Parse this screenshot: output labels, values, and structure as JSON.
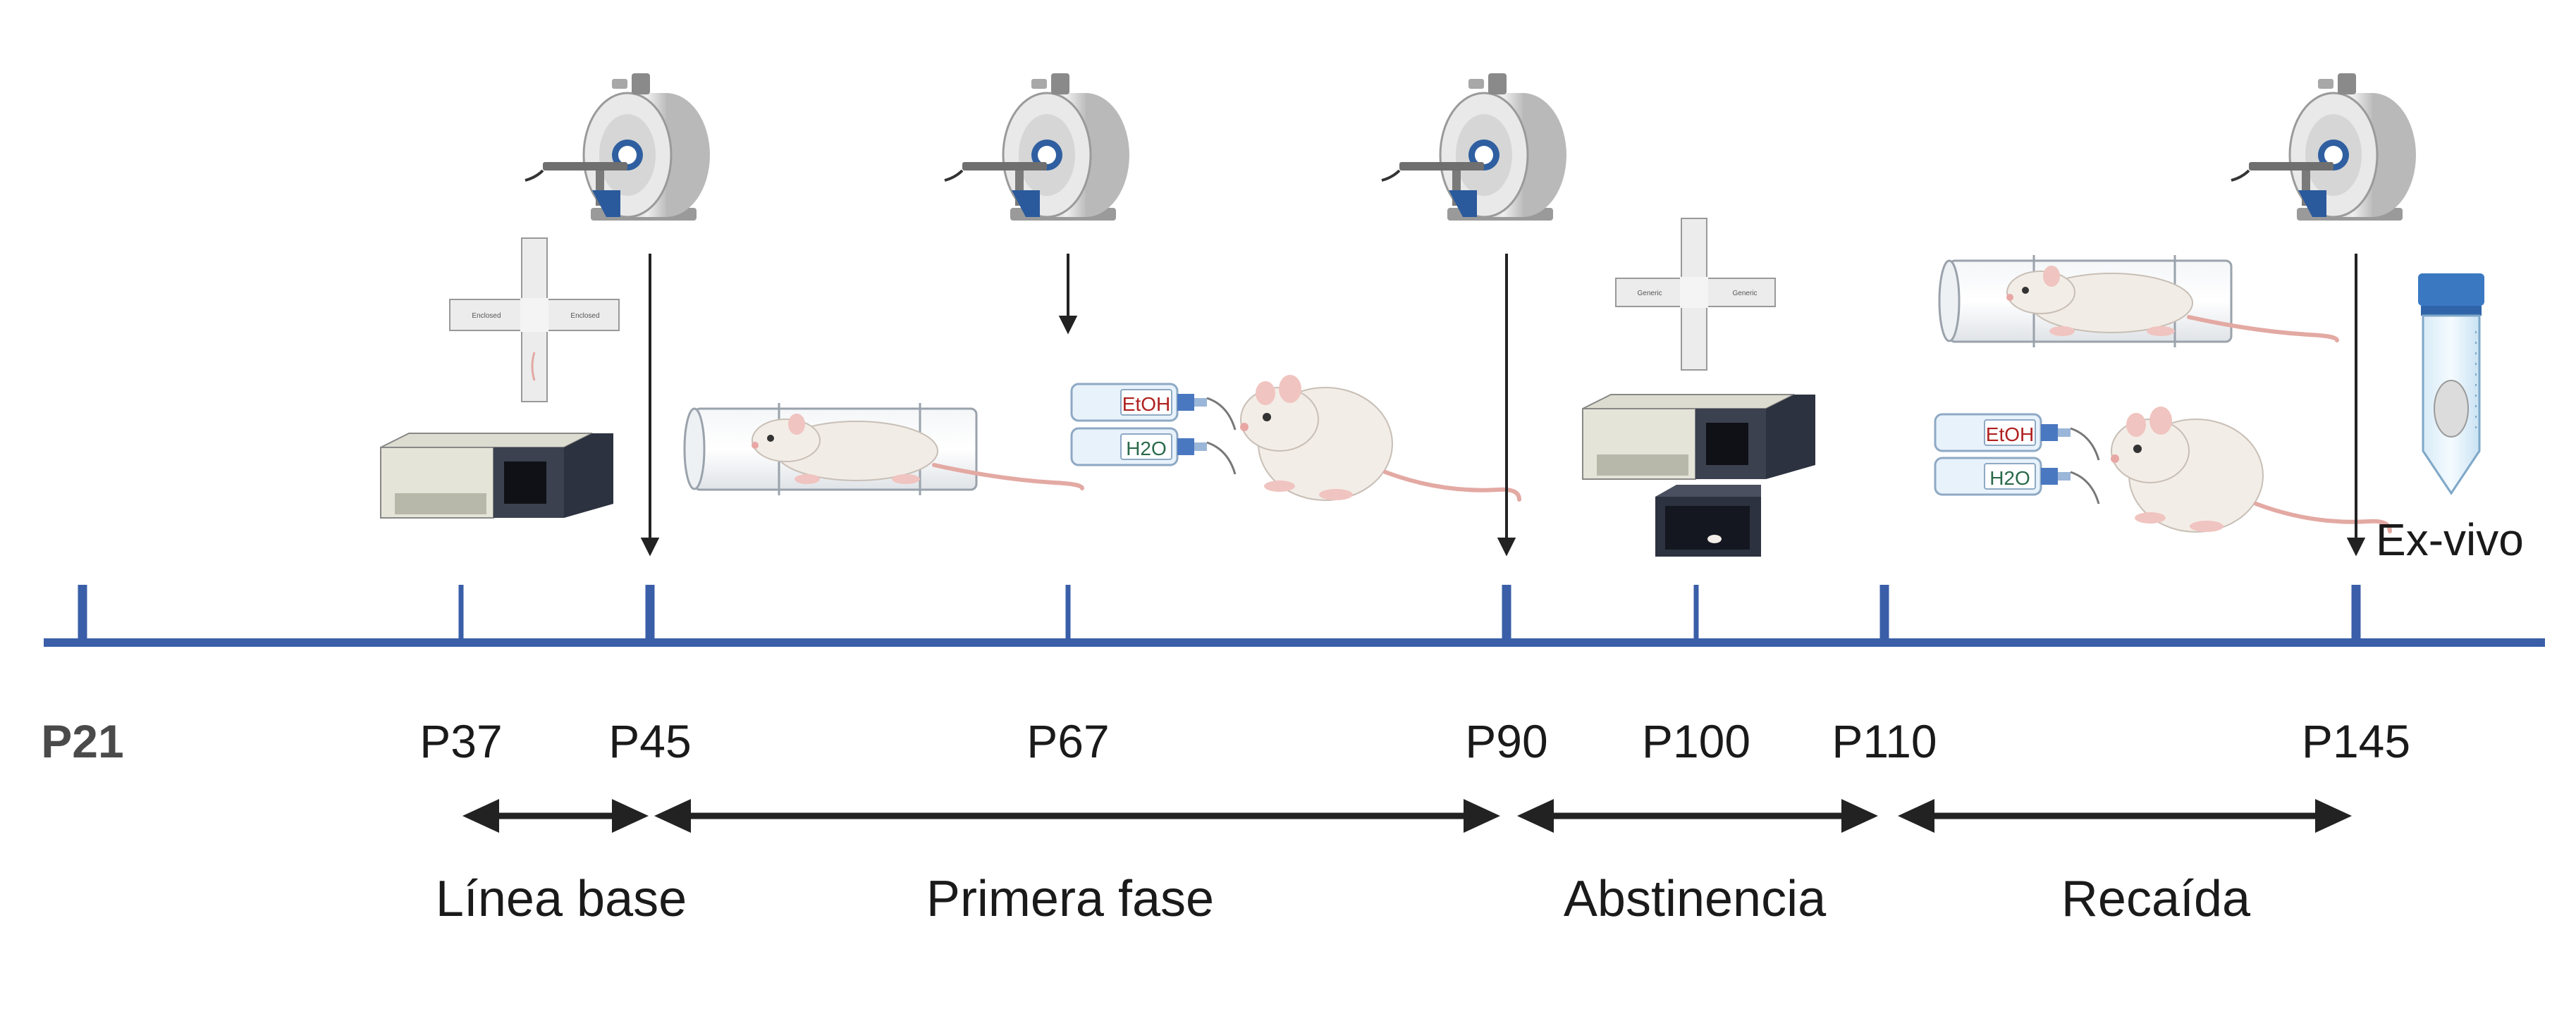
{
  "timepoints": [
    {
      "label": "P21",
      "bold": true
    },
    {
      "label": "P37",
      "bold": false
    },
    {
      "label": "P45",
      "bold": false
    },
    {
      "label": "P67",
      "bold": false
    },
    {
      "label": "P90",
      "bold": false
    },
    {
      "label": "P100",
      "bold": false
    },
    {
      "label": "P110",
      "bold": false
    },
    {
      "label": "P145",
      "bold": false
    }
  ],
  "phases": [
    {
      "label": "Línea base"
    },
    {
      "label": "Primera fase"
    },
    {
      "label": "Abstinencia"
    },
    {
      "label": "Recaída"
    }
  ],
  "bottle_labels": {
    "ethanol": "EtOH",
    "water": "H2O"
  },
  "ex_vivo_label": "Ex-vivo",
  "maze_labels": {
    "left": "Enclosed",
    "right": "Enclosed",
    "small_left": "Generic",
    "small_right": "Generic"
  },
  "colors": {
    "timeline": "#3a5fa8",
    "text": "#1a1a1a",
    "bold_text": "#4a4a4a",
    "arrow": "#222222",
    "ethanol_text": "#b02020",
    "water_text": "#2a6a4a"
  }
}
